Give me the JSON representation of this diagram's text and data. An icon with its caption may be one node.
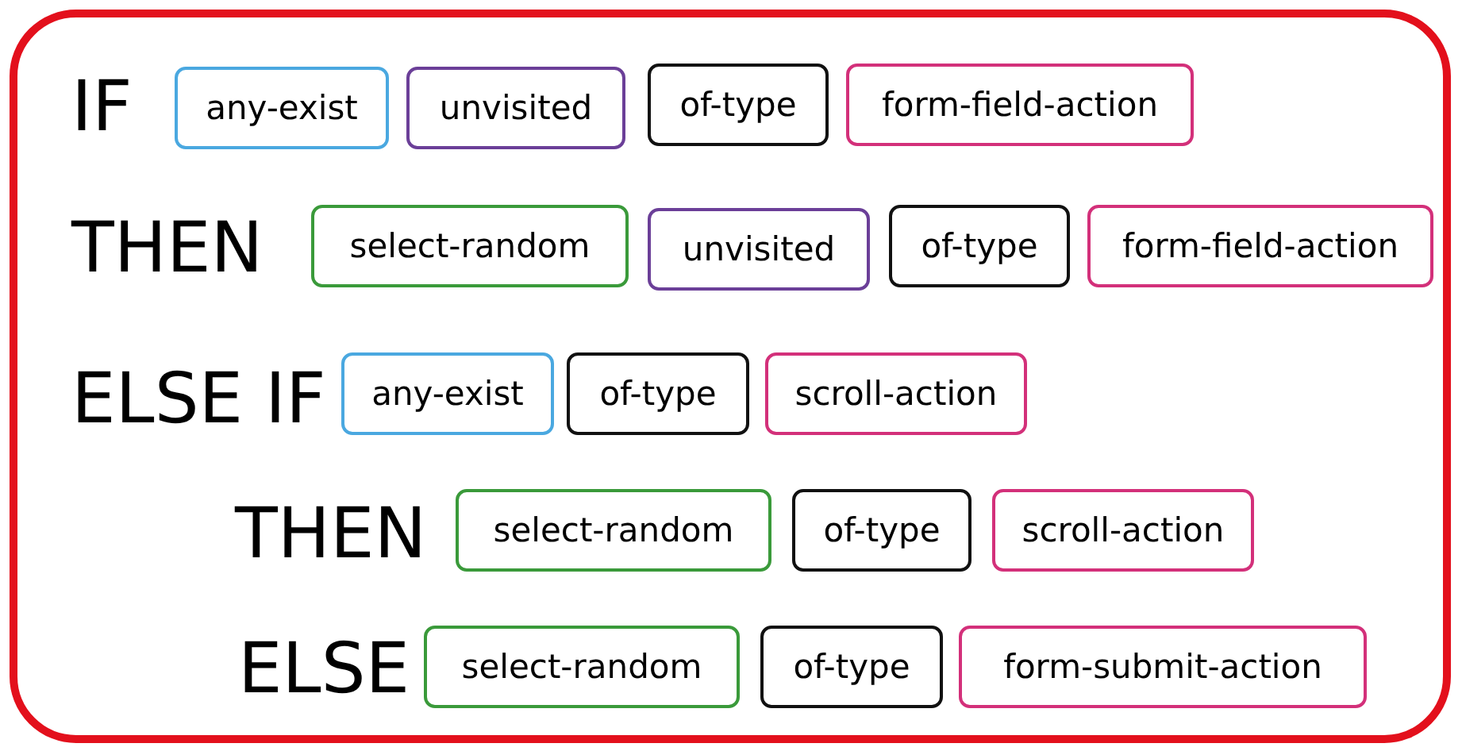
{
  "diagram": {
    "nodes": [
      {
        "text": [],
        "shape": "box"
      },
      {
        "text": [
          "any-exist"
        ],
        "in": 0
      },
      {
        "text": [
          "unvisited"
        ],
        "in": 0
      },
      {
        "text": [
          "of-type"
        ],
        "in": 0
      },
      {
        "text": [
          "form-field-action"
        ],
        "in": 0
      },
      {
        "text": [
          "select-random"
        ],
        "in": 0
      },
      {
        "text": [
          "unvisited"
        ],
        "in": 0
      },
      {
        "text": [
          "of-type"
        ],
        "in": 0
      },
      {
        "text": [
          "form-field-action"
        ],
        "in": 0
      },
      {
        "text": [
          "any-exist"
        ],
        "in": 0
      },
      {
        "text": [
          "of-type"
        ],
        "in": 0
      },
      {
        "text": [
          "scroll-action"
        ],
        "in": 0
      },
      {
        "text": [
          "select-random"
        ],
        "in": 0
      },
      {
        "text": [
          "of-type"
        ],
        "in": 0
      },
      {
        "text": [
          "scroll-action"
        ],
        "in": 0
      },
      {
        "text": [
          "select-random"
        ],
        "in": 0
      },
      {
        "text": [
          "of-type"
        ],
        "in": 0
      },
      {
        "text": [
          "form-submit-action"
        ],
        "in": 0
      }
    ],
    "edges": [],
    "labels": [
      "IF",
      "THEN",
      "ELSE IF",
      "THEN",
      "ELSE"
    ]
  }
}
